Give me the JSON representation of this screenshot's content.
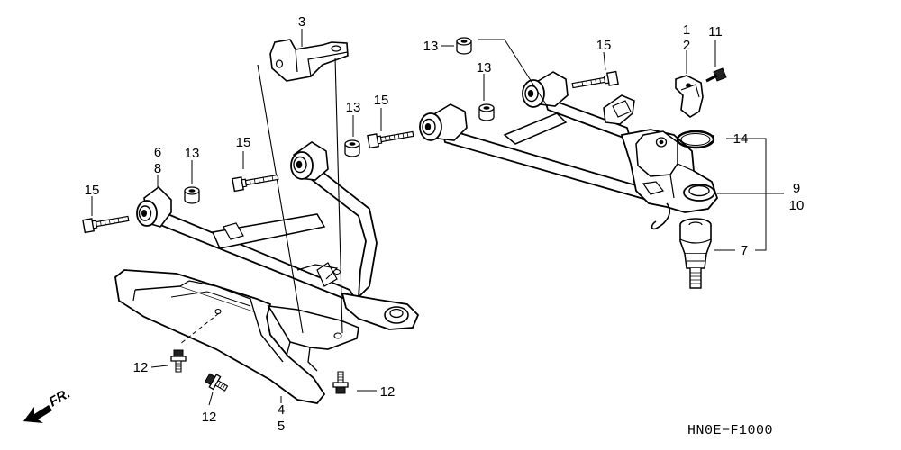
{
  "diagram_code": "HN0E−F1000",
  "direction_label": "FR.",
  "callouts": {
    "n1": "1",
    "n2": "2",
    "n3": "3",
    "n4": "4",
    "n5": "5",
    "n6": "6",
    "n7": "7",
    "n8": "8",
    "n9": "9",
    "n10": "10",
    "n11": "11",
    "n12a": "12",
    "n12b": "12",
    "n12c": "12",
    "n13a": "13",
    "n13b": "13",
    "n13c": "13",
    "n13d": "13",
    "n14": "14",
    "n15a": "15",
    "n15b": "15",
    "n15c": "15",
    "n15d": "15"
  },
  "colors": {
    "line": "#000000",
    "fill": "#ffffff",
    "shade": "#d9d9d9",
    "dark": "#2a2a2a"
  }
}
